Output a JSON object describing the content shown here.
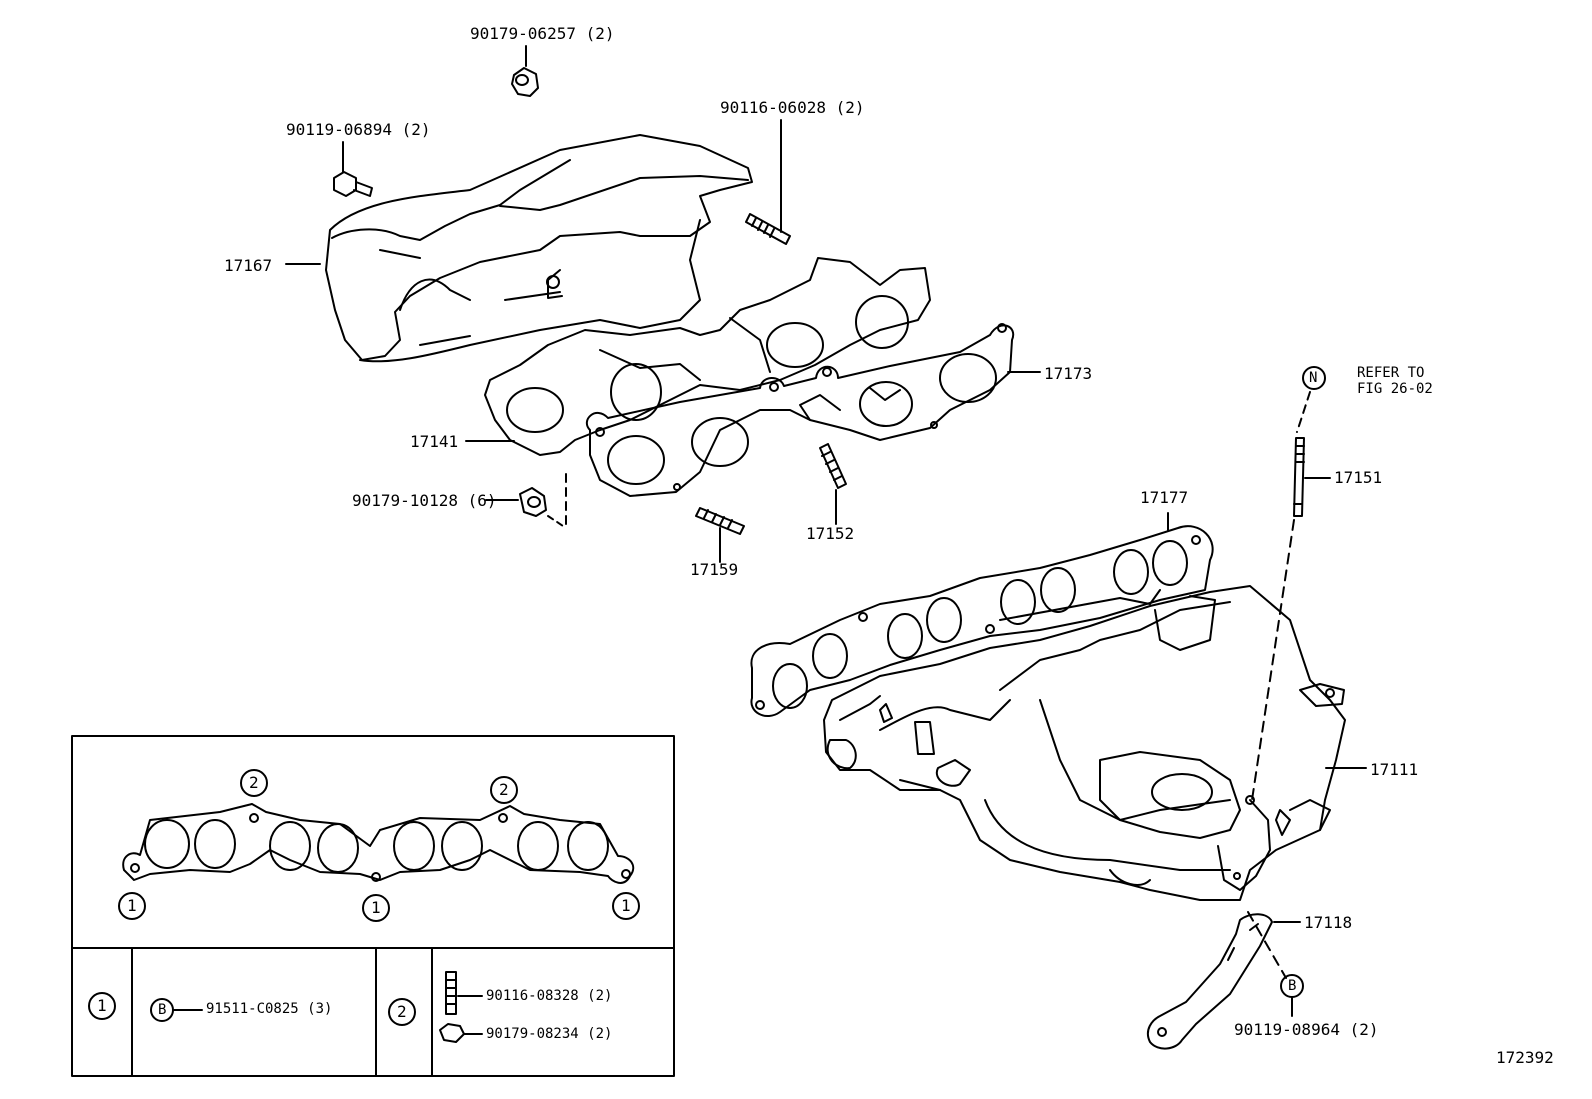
{
  "diagram_id": "172392",
  "callouts": {
    "nut_06257": "90179-06257 (2)",
    "stud_06028": "90116-06028 (2)",
    "bolt_06894": "90119-06894 (2)",
    "insulator": "17167",
    "gasket_17173": "17173",
    "plate_17141": "17141",
    "nut_10128": "90179-10128 (6)",
    "stud_17152": "17152",
    "stud_17159": "17159",
    "gasket_17177": "17177",
    "stud_17151": "17151",
    "manifold": "17111",
    "stay": "17118",
    "bolt_08964": "90119-08964 (2)",
    "refer_line1": "REFER TO",
    "refer_line2": "FIG 26-02"
  },
  "markers": {
    "n": "N",
    "b": "B",
    "one": "1",
    "two": "2"
  },
  "detail_table": {
    "row1_key": "1",
    "row1_part": "91511-C0825 (3)",
    "row2_key": "2",
    "row2_stud": "90116-08328 (2)",
    "row2_nut": "90179-08234 (2)"
  }
}
